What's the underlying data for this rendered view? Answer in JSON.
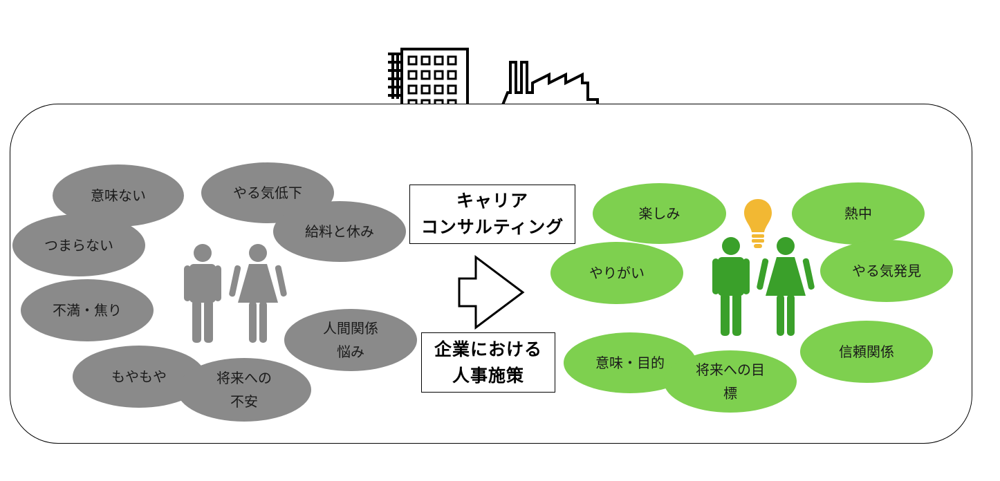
{
  "left_bubbles": [
    {
      "text": "意味ない"
    },
    {
      "text": "やる気低下"
    },
    {
      "text": "つまらない"
    },
    {
      "text": "給料と休み"
    },
    {
      "text": "不満・焦り"
    },
    {
      "text": "人間関係\n悩み"
    },
    {
      "text": "もやもや"
    },
    {
      "text": "将来への\n不安"
    }
  ],
  "right_bubbles": [
    {
      "text": "楽しみ"
    },
    {
      "text": "熱中"
    },
    {
      "text": "やりがい"
    },
    {
      "text": "やる気発見"
    },
    {
      "text": "信頼関係"
    },
    {
      "text": "意味・目的"
    },
    {
      "text": "将来への目\n標"
    }
  ],
  "box_career": {
    "line1": "キャリア",
    "line2": "コンサルティング"
  },
  "box_hr": {
    "line1": "企業における",
    "line2": "人事施策"
  },
  "icons": {
    "building": "office-building-icon",
    "factory": "factory-icon",
    "bulb": "lightbulb-icon",
    "people_left": "man-woman-icon",
    "people_right": "man-woman-icon",
    "arrow": "right-arrow-icon"
  },
  "colors": {
    "negative": "#8a8a8a",
    "positive": "#7ed04f",
    "figure_left": "#8a8a8a",
    "figure_right": "#3aa02a",
    "bulb": "#f2b833"
  }
}
